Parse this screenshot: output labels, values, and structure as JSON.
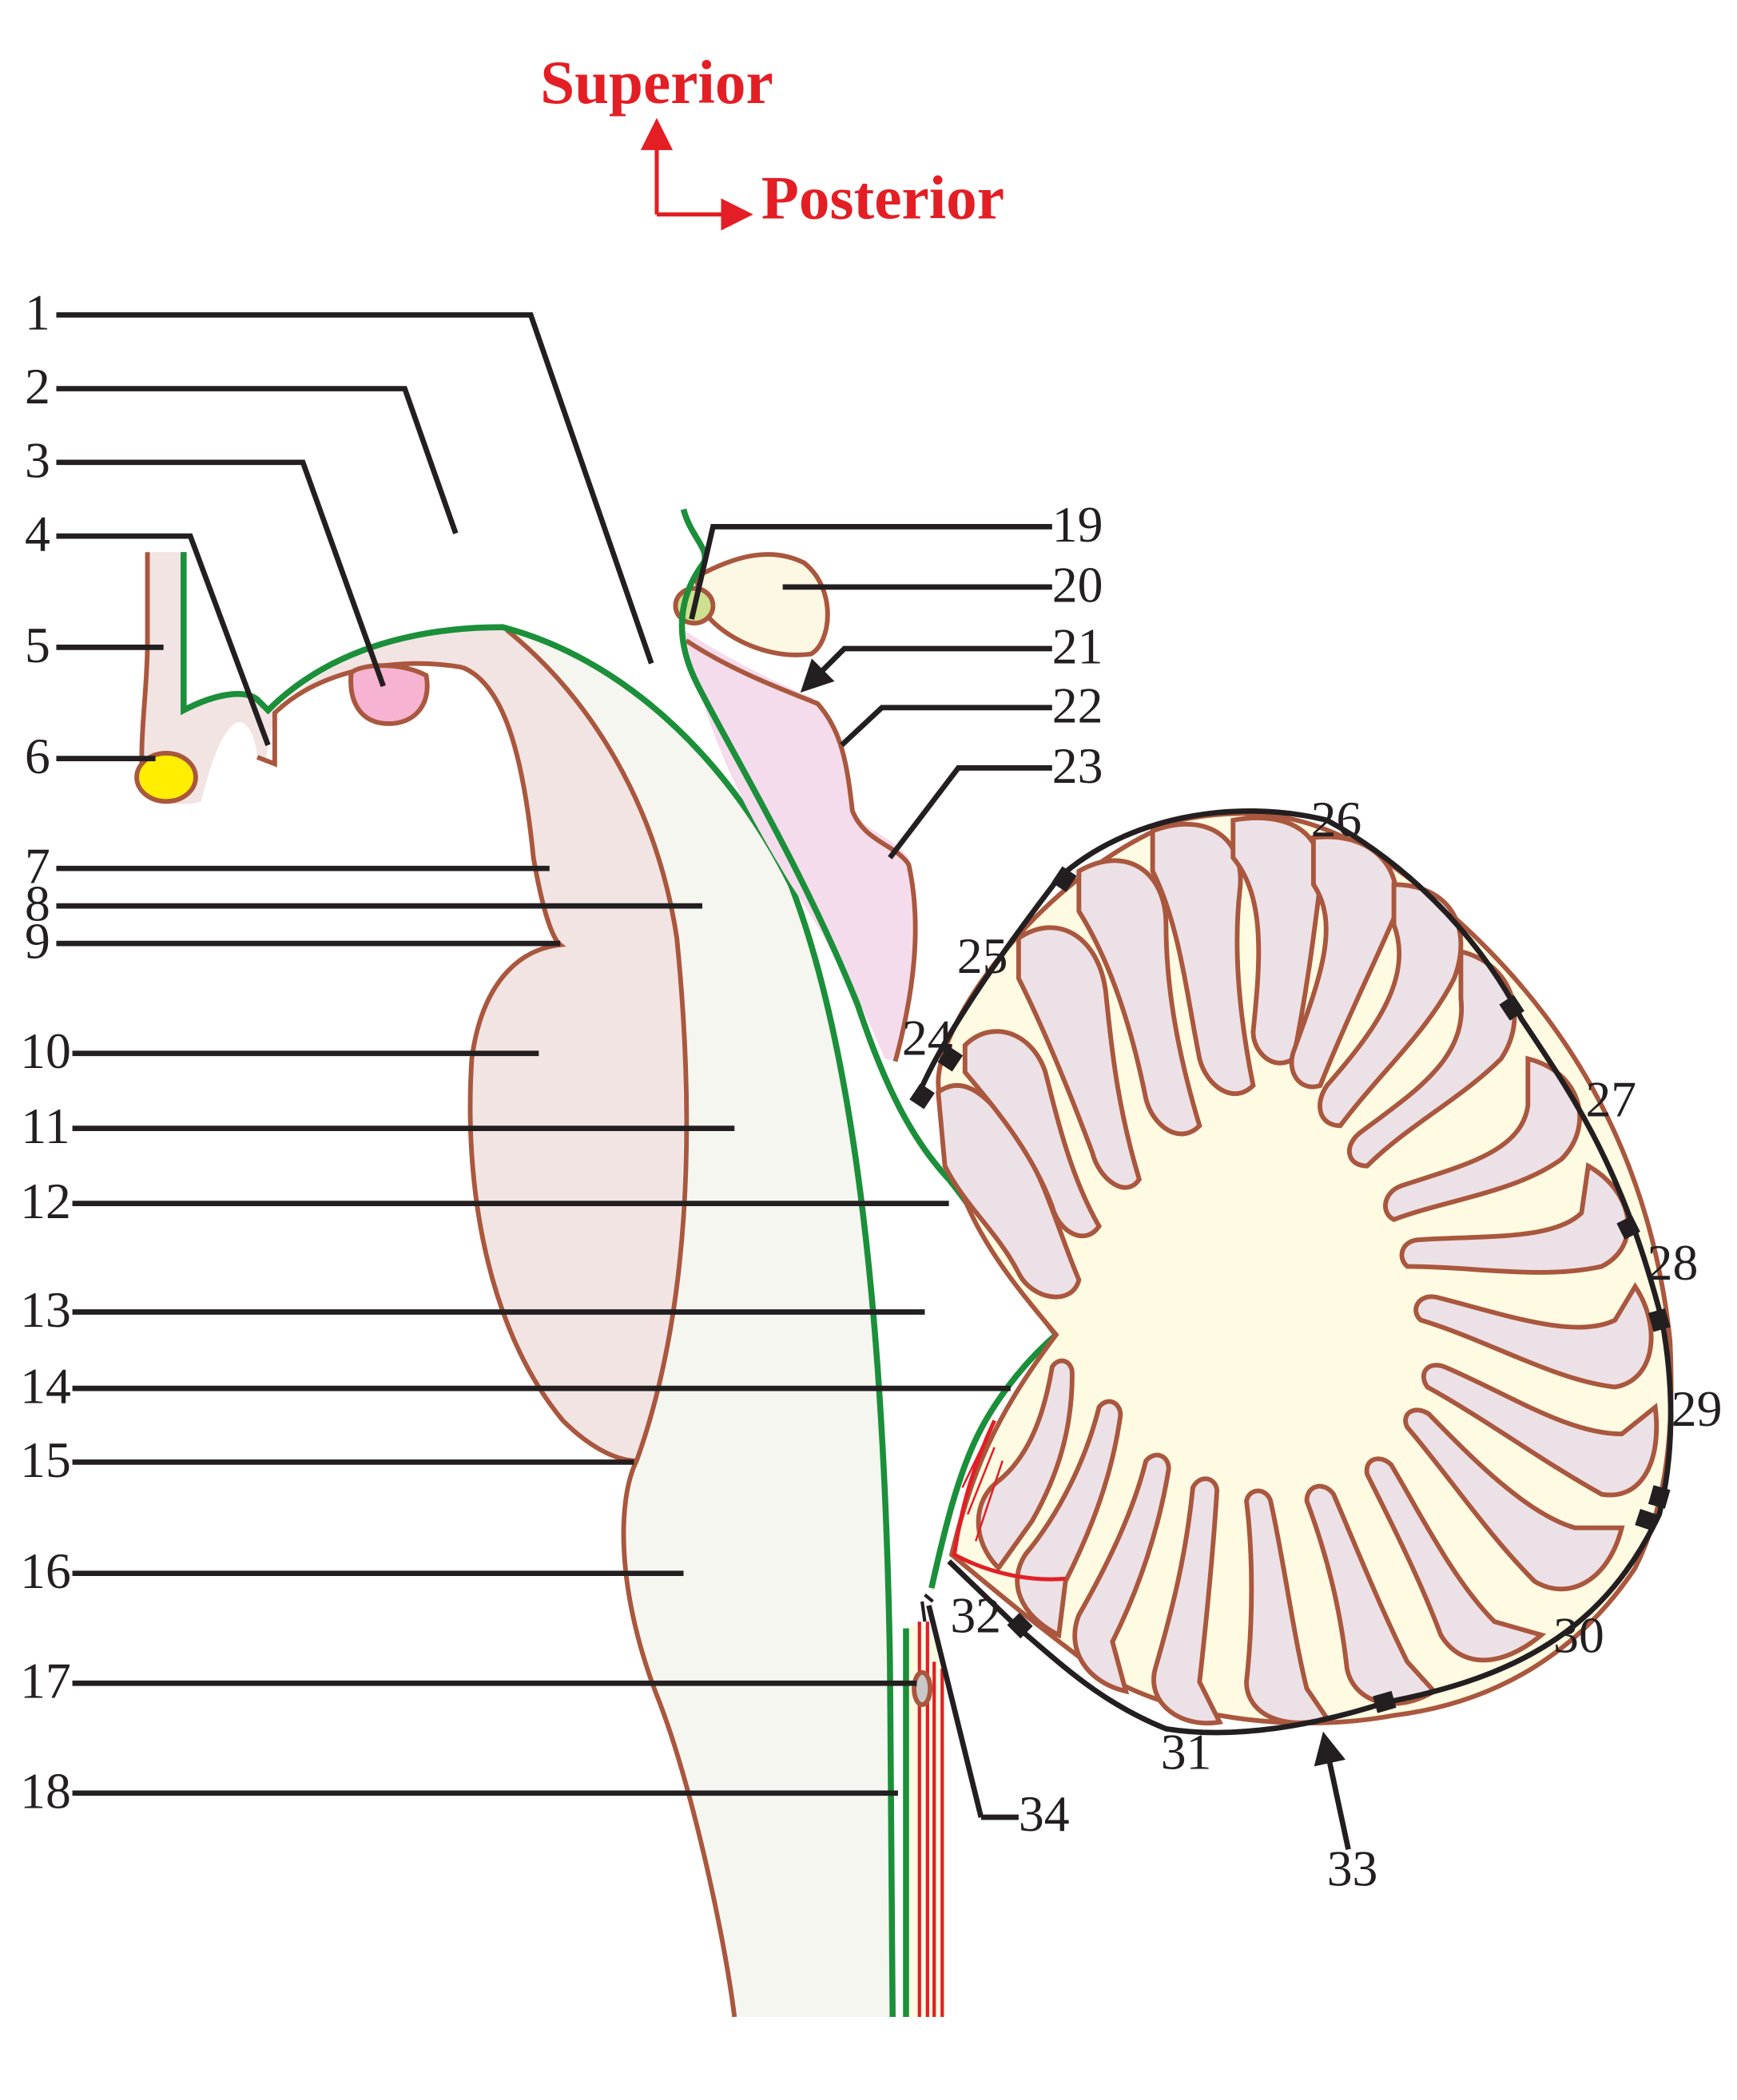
{
  "orientation": {
    "superior": "Superior",
    "posterior": "Posterior"
  },
  "colors": {
    "tissue_pink": "#f2e4e3",
    "white_matter": "#f6f6f0",
    "cerebellar_white": "#fffbe3",
    "cerebellar_cortex": "#ece1e6",
    "outline_brown": "#a9573e",
    "pia_green": "#1b8f3a",
    "vessel_red": "#e31e24",
    "orientation_red": "#e31e24",
    "yellow_structure": "#ffee00",
    "mammillary_pink": "#f6b3d2",
    "pineal_cream": "#fdf8e4",
    "habenular_green": "#cde090",
    "tectum_lilac": "#f4dcec"
  },
  "labels": {
    "l1": "1",
    "l2": "2",
    "l3": "3",
    "l4": "4",
    "l5": "5",
    "l6": "6",
    "l7": "7",
    "l8": "8",
    "l9": "9",
    "l10": "10",
    "l11": "11",
    "l12": "12",
    "l13": "13",
    "l14": "14",
    "l15": "15",
    "l16": "16",
    "l17": "17",
    "l18": "18",
    "l19": "19",
    "l20": "20",
    "l21": "21",
    "l22": "22",
    "l23": "23",
    "l24": "24",
    "l25": "25",
    "l26": "26",
    "l27": "27",
    "l28": "28",
    "l29": "29",
    "l30": "30",
    "l31": "31",
    "l32": "32",
    "l33": "33",
    "l34": "34"
  }
}
